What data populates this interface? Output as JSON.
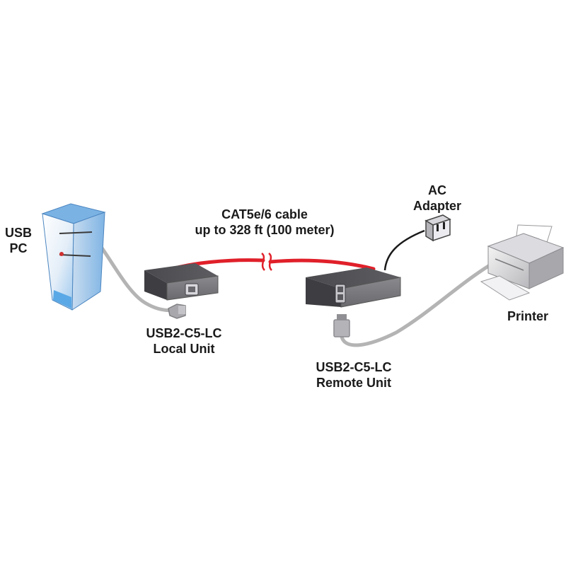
{
  "labels": {
    "usb_pc": [
      "USB",
      "PC"
    ],
    "cable": [
      "CAT5e/6 cable",
      "up to 328 ft (100 meter)"
    ],
    "ac_adapter": [
      "AC",
      "Adapter"
    ],
    "printer": "Printer",
    "local_unit": [
      "USB2-C5-LC",
      "Local Unit"
    ],
    "remote_unit": [
      "USB2-C5-LC",
      "Remote Unit"
    ]
  },
  "colors": {
    "cat5_cable": "#e0202a",
    "usb_cable": "#b4b4b4",
    "power_cable": "#1a1a1a",
    "unit_body": "#5c5c60",
    "pc_accent": "#5aa8e6"
  }
}
